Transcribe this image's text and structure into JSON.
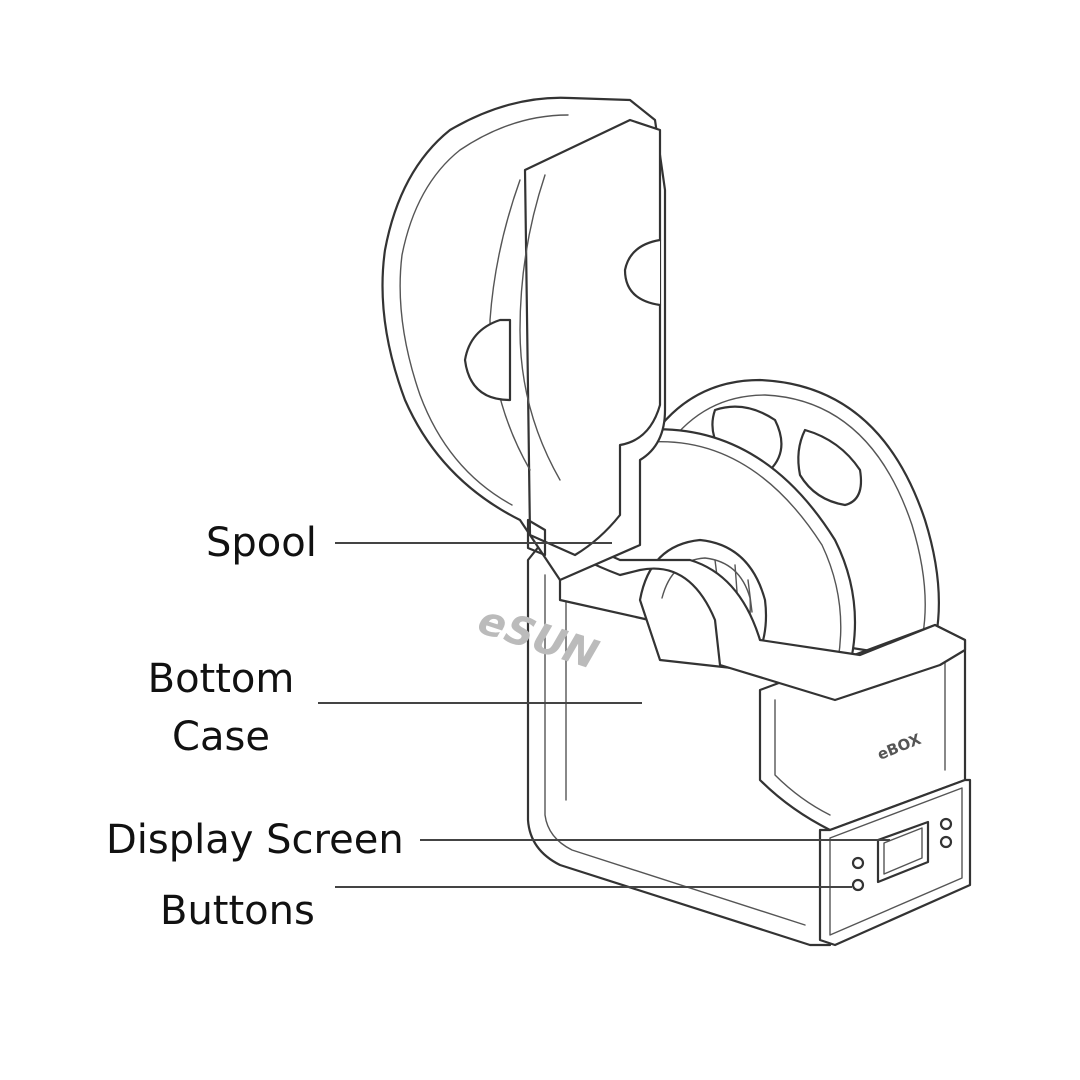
{
  "labels": {
    "spool": "Spool",
    "bottom_case": "Bottom Case",
    "display_screen": "Display Screen",
    "buttons": "Buttons"
  },
  "device": {
    "logo": "eSUN",
    "model": "eBOX"
  }
}
